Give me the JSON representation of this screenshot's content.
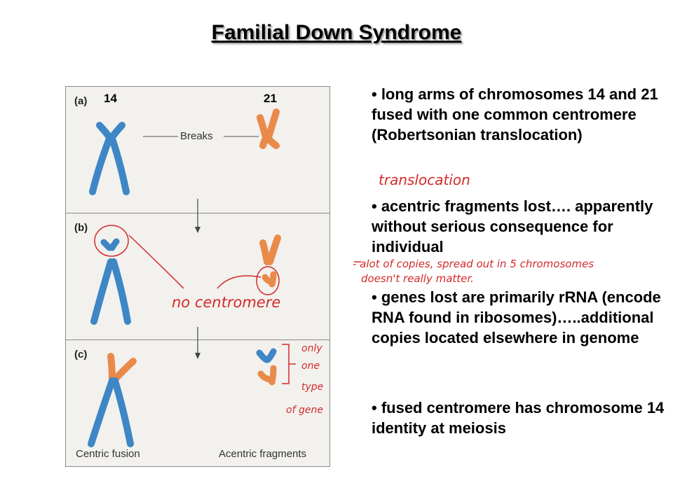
{
  "title": "Familial Down Syndrome",
  "figure": {
    "panels": [
      {
        "letter": "(a)"
      },
      {
        "letter": "(b)"
      },
      {
        "letter": "(c)"
      }
    ],
    "chromosome_numbers": [
      "14",
      "21"
    ],
    "labels": {
      "breaks": "Breaks",
      "centric_fusion": "Centric fusion",
      "acentric_fragments": "Acentric fragments"
    },
    "colors": {
      "chromosome_14": "#3e86c6",
      "chromosome_21": "#ea8a4a",
      "annotation": "#d42a2a"
    }
  },
  "bullets": [
    "• long arms of chromosomes 14 and 21 fused with one common centromere (Robertsonian translocation)",
    "• acentric fragments lost…. apparently without serious consequence for individual",
    "• genes lost are primarily rRNA (encode RNA found in ribosomes)…..additional copies located elsewhere in genome",
    "• fused centromere has chromosome 14 identity at meiosis"
  ],
  "handwritten_notes": {
    "translocation": "translocation",
    "lots_of_copies_line1": "- alot of copies, spread out in 5 chromosomes",
    "lots_of_copies_line2": "doesn't really matter.",
    "no_centromere": "no centromere",
    "only_one_type": [
      "only",
      "one",
      "type",
      "of gene"
    ]
  }
}
